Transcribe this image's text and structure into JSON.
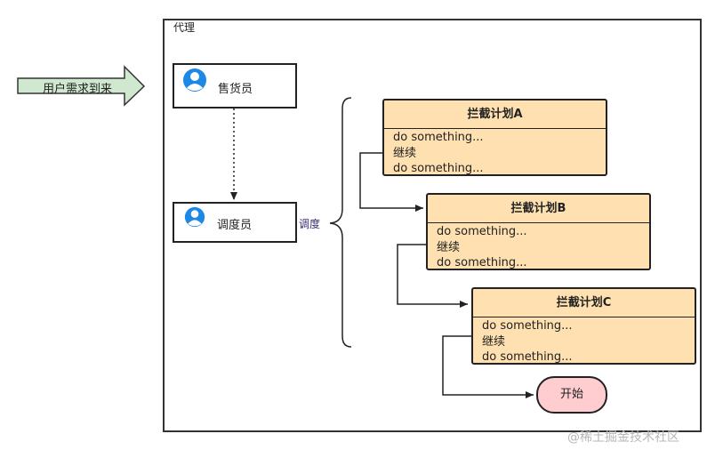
{
  "diagram": {
    "request_arrow_label": "用户需求到来",
    "proxy_label": "代理",
    "salesperson_label": "售货员",
    "dispatcher_label": "调度员",
    "dispatch_label": "调度",
    "plans": [
      {
        "title": "拦截计划A",
        "lines": [
          "do something...",
          "继续",
          "do something..."
        ]
      },
      {
        "title": "拦截计划B",
        "lines": [
          "do something...",
          "继续",
          "do something..."
        ]
      },
      {
        "title": "拦截计划C",
        "lines": [
          "do something...",
          "继续",
          "do something..."
        ]
      }
    ],
    "start_label": "开始",
    "watermark": "@稀土掘金技术社区"
  },
  "colors": {
    "request_arrow_fill": "#cfe8cf",
    "plan_fill": "#ffe0b0",
    "start_fill": "#ffccd0",
    "user_icon": "#1e88e5"
  }
}
